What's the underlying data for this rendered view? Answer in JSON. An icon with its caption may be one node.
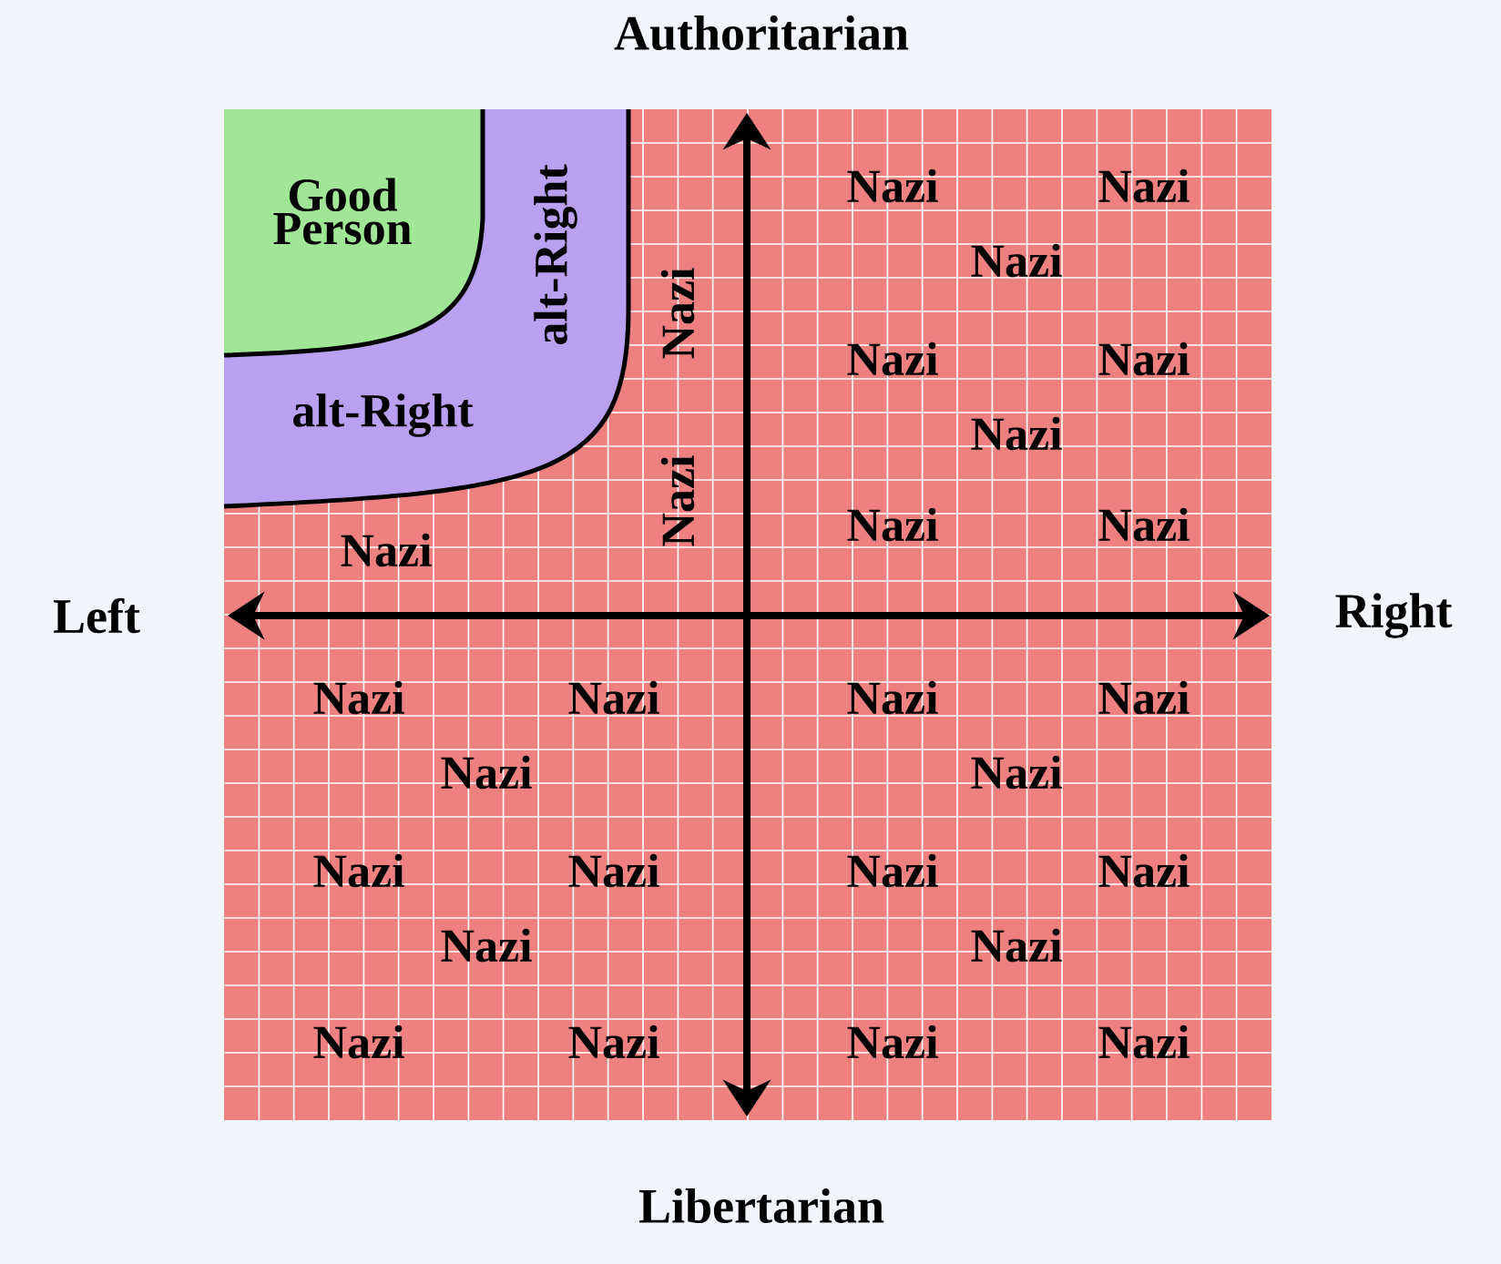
{
  "diagram": {
    "nodes": [
      {
        "text": [
          "alt-Right",
          "alt-Right"
        ]
      },
      {
        "text": [
          "Good Person"
        ],
        "in": 0
      }
    ],
    "labels": [
      "Authoritarian",
      "Nazi",
      "Nazi",
      "Nazi",
      "Nazi",
      "Nazi",
      "Nazi",
      "Nazi",
      "Nazi",
      "Nazi",
      "Nazi",
      "Left",
      "Nazi",
      "Right",
      "Nazi",
      "Nazi",
      "Nazi",
      "Nazi",
      "Nazi",
      "Nazi",
      "Nazi",
      "Nazi",
      "Nazi",
      "Nazi",
      "Nazi",
      "Nazi",
      "Nazi",
      "Nazi",
      "Nazi",
      "Nazi",
      "Libertarian"
    ]
  }
}
